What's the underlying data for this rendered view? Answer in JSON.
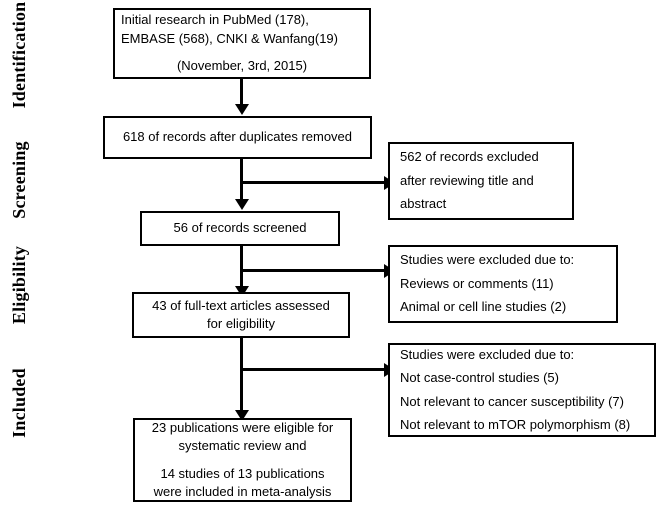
{
  "diagram": {
    "title": "PRISMA study selection flow diagram",
    "line_color": "#000000",
    "box_border_color": "#000000",
    "background_color": "#ffffff"
  },
  "stages": [
    {
      "id": "identification",
      "label": "Identification"
    },
    {
      "id": "screening",
      "label": "Screening"
    },
    {
      "id": "eligibility",
      "label": "Eligibility"
    },
    {
      "id": "included",
      "label": "Included"
    }
  ],
  "main_flow": [
    {
      "id": "initial-research",
      "lines": [
        "Initial research in PubMed (178),",
        "EMBASE (568), CNKI & Wanfang(19)",
        "(November, 3rd, 2015)"
      ]
    },
    {
      "id": "duplicates-removed",
      "lines": [
        "618 of records after duplicates removed"
      ]
    },
    {
      "id": "records-screened",
      "lines": [
        "56 of records screened"
      ]
    },
    {
      "id": "full-text-assessed",
      "lines": [
        "43 of full-text articles assessed",
        "for eligibility"
      ]
    },
    {
      "id": "included-final",
      "lines": [
        "23 publications were eligible for",
        "systematic review and",
        "14 studies of 13 publications",
        "were included in meta-analysis"
      ]
    }
  ],
  "exclusions": [
    {
      "id": "excluded-title-abstract",
      "lines": [
        "562 of records excluded",
        "after reviewing title and",
        "abstract"
      ]
    },
    {
      "id": "excluded-reviews-animal",
      "lines": [
        "Studies were excluded due to:",
        "Reviews or comments (11)",
        "Animal or cell line studies (2)"
      ]
    },
    {
      "id": "excluded-full-text",
      "lines": [
        "Studies were excluded due to:",
        "Not case-control studies (5)",
        "Not relevant to cancer susceptibility (7)",
        "Not relevant to mTOR polymorphism (8)"
      ]
    }
  ]
}
